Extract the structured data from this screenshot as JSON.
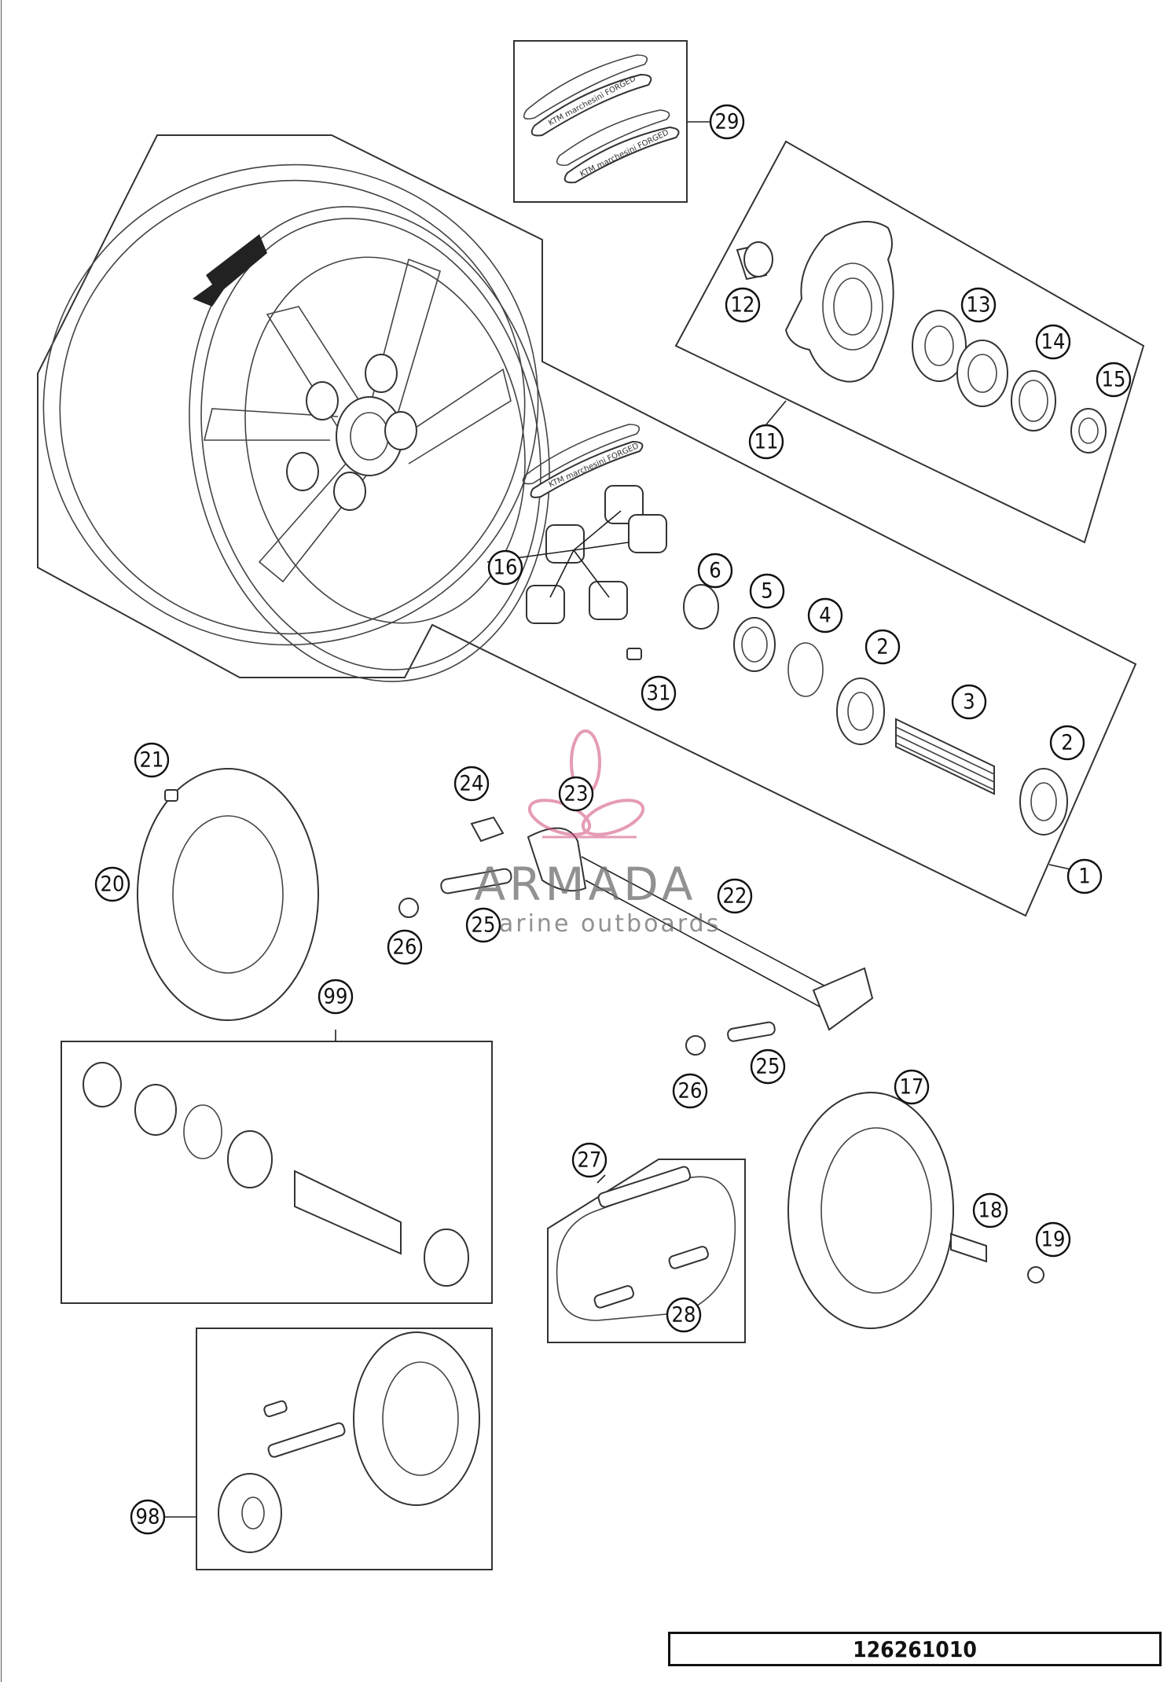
{
  "diagram_code": "126261010",
  "watermark": {
    "name": "ARMADA",
    "tagline": "marine outboards"
  },
  "decal_text": "KTM marchesini FORGED",
  "callouts": [
    {
      "id": "c1",
      "label": "1"
    },
    {
      "id": "c2a",
      "label": "2"
    },
    {
      "id": "c2b",
      "label": "2"
    },
    {
      "id": "c3",
      "label": "3"
    },
    {
      "id": "c4",
      "label": "4"
    },
    {
      "id": "c5",
      "label": "5"
    },
    {
      "id": "c6",
      "label": "6"
    },
    {
      "id": "c11",
      "label": "11"
    },
    {
      "id": "c12",
      "label": "12"
    },
    {
      "id": "c13",
      "label": "13"
    },
    {
      "id": "c14",
      "label": "14"
    },
    {
      "id": "c15",
      "label": "15"
    },
    {
      "id": "c16",
      "label": "16"
    },
    {
      "id": "c17",
      "label": "17"
    },
    {
      "id": "c18",
      "label": "18"
    },
    {
      "id": "c19",
      "label": "19"
    },
    {
      "id": "c20",
      "label": "20"
    },
    {
      "id": "c21",
      "label": "21"
    },
    {
      "id": "c22",
      "label": "22"
    },
    {
      "id": "c23",
      "label": "23"
    },
    {
      "id": "c24",
      "label": "24"
    },
    {
      "id": "c25a",
      "label": "25"
    },
    {
      "id": "c25b",
      "label": "25"
    },
    {
      "id": "c26a",
      "label": "26"
    },
    {
      "id": "c26b",
      "label": "26"
    },
    {
      "id": "c27",
      "label": "27"
    },
    {
      "id": "c28",
      "label": "28"
    },
    {
      "id": "c29",
      "label": "29"
    },
    {
      "id": "c31",
      "label": "31"
    },
    {
      "id": "c98",
      "label": "98"
    },
    {
      "id": "c99",
      "label": "99"
    }
  ]
}
